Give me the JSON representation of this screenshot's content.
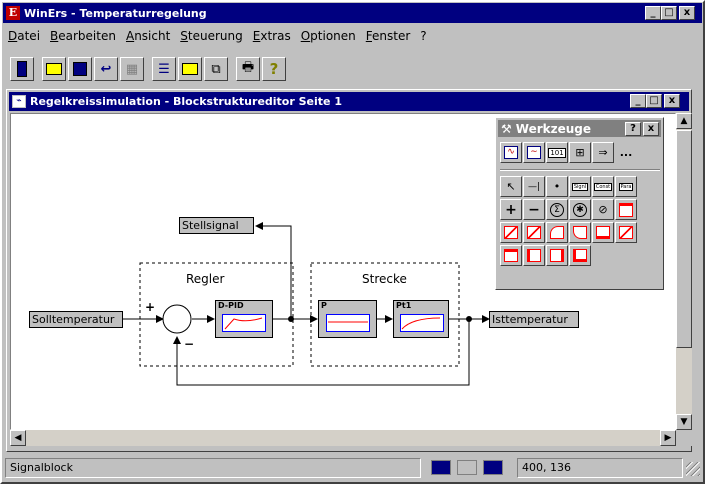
{
  "app_window": {
    "title": "WinErs - Temperaturregelung",
    "icon_letter": "E",
    "controls": {
      "minimize": "_",
      "maximize": "□",
      "close": "x"
    }
  },
  "menubar": {
    "items": [
      "Datei",
      "Bearbeiten",
      "Ansicht",
      "Steuerung",
      "Extras",
      "Optionen",
      "Fenster",
      "?"
    ]
  },
  "toolbar": {
    "buttons": [
      {
        "name": "exit-door-icon",
        "glyph": "▮"
      },
      {
        "name": "open-folder-icon",
        "glyph": "📂"
      },
      {
        "name": "save-disk-icon",
        "glyph": "💾"
      },
      {
        "name": "undo-icon",
        "glyph": "↩"
      },
      {
        "name": "grid-icon",
        "glyph": "▦"
      },
      {
        "name": "list-icon",
        "glyph": "☰"
      },
      {
        "name": "numeric-display-icon",
        "glyph": "▤"
      },
      {
        "name": "copy-page-icon",
        "glyph": "⧉"
      },
      {
        "name": "print-icon",
        "glyph": "🖶"
      },
      {
        "name": "help-icon",
        "glyph": "?"
      }
    ]
  },
  "editor_window": {
    "title": "Regelkreissimulation - Blockstruktureditor Seite 1"
  },
  "diagram": {
    "blocks": {
      "sollwert": "Solltemperatur",
      "stellsignal": "Stellsignal",
      "istwert": "Isttemperatur",
      "pid_label": "D-PID",
      "p_label": "P",
      "pt1_label": "Pt1"
    },
    "groups": {
      "regler": "Regler",
      "strecke": "Strecke"
    },
    "signs": {
      "plus": "+",
      "minus": "−"
    }
  },
  "palette": {
    "title": "Werkzeuge",
    "help": "?",
    "close": "x",
    "top_row": [
      {
        "name": "signal-plot-icon",
        "text": ""
      },
      {
        "name": "oscilloscope-icon",
        "text": ""
      },
      {
        "name": "counter-101-icon",
        "text": "101"
      },
      {
        "name": "block-tree-icon",
        "text": ""
      },
      {
        "name": "block-export-icon",
        "text": ""
      },
      {
        "name": "more-icon",
        "text": "..."
      }
    ],
    "row1": [
      {
        "name": "pointer-icon",
        "text": "↖"
      },
      {
        "name": "line-icon",
        "text": "—|"
      },
      {
        "name": "dot-icon",
        "text": "•"
      },
      {
        "name": "signal-block-icon",
        "text": "Signl"
      },
      {
        "name": "const-block-icon",
        "text": "Const"
      },
      {
        "name": "param-block-icon",
        "text": "Para"
      }
    ],
    "row2": [
      {
        "name": "plus-icon",
        "text": "+"
      },
      {
        "name": "minus-icon",
        "text": "−"
      },
      {
        "name": "sum-icon",
        "text": "Σ"
      },
      {
        "name": "multiply-icon",
        "text": "✱"
      },
      {
        "name": "divide-icon",
        "text": "⊘"
      },
      {
        "name": "block-frame-icon",
        "text": ""
      }
    ]
  },
  "statusbar": {
    "message": "Signalblock",
    "coords": "400, 136"
  }
}
